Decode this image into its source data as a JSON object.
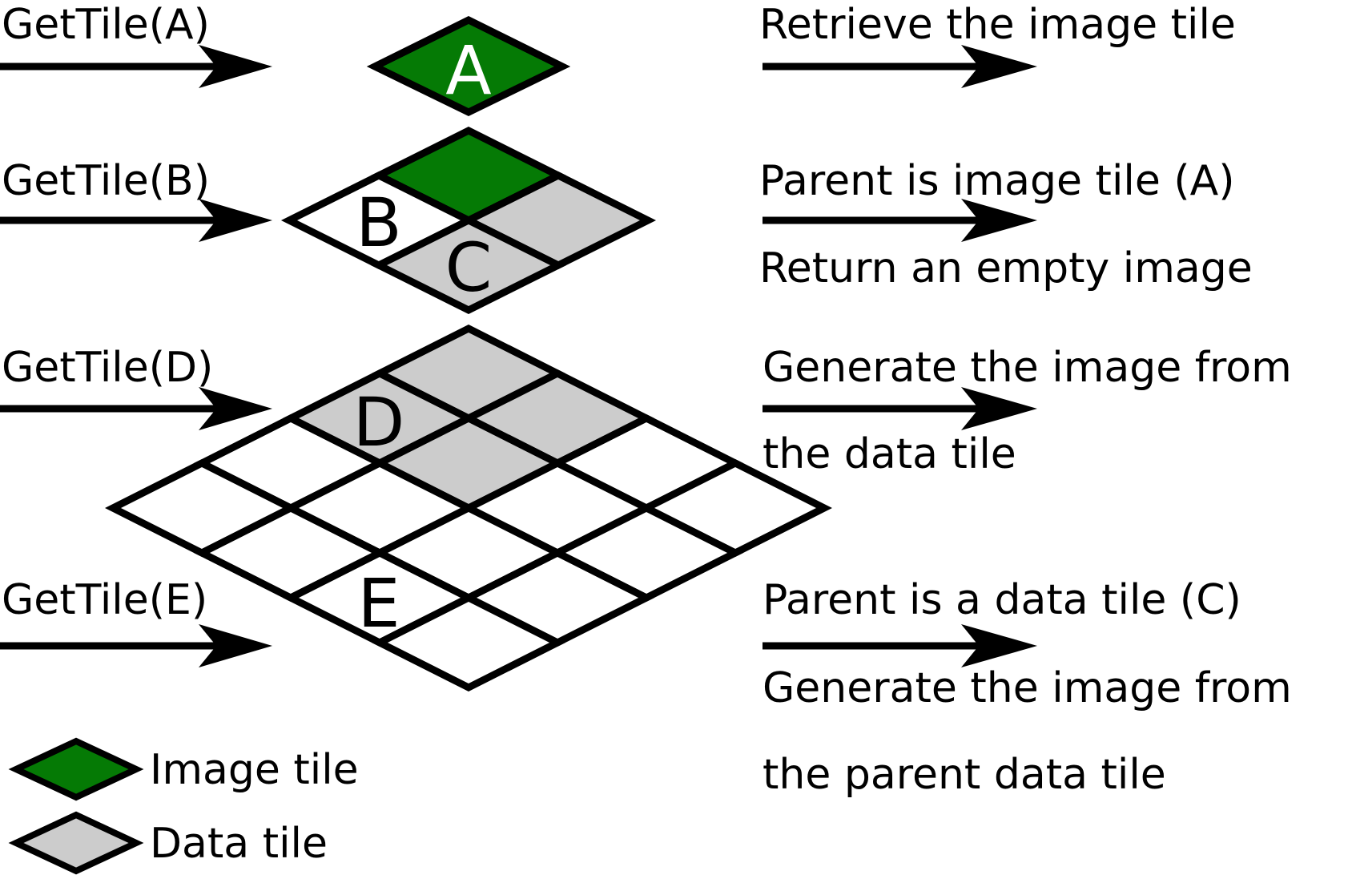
{
  "colors": {
    "image_tile": "#057a05",
    "data_tile": "#cccccc",
    "empty_tile": "#ffffff",
    "stroke": "#000000"
  },
  "calls": {
    "a": "GetTile(A)",
    "b": "GetTile(B)",
    "d": "GetTile(D)",
    "e": "GetTile(E)"
  },
  "descriptions": {
    "a_line1": "Retrieve the image tile",
    "b_line1": "Parent is image tile (A)",
    "b_line2": "Return an empty image",
    "d_line1": "Generate the image from",
    "d_line2": "the data tile",
    "e_line1": "Parent is a data tile (C)",
    "e_line2": "Generate the image from",
    "e_line3": "the parent data tile"
  },
  "tile_labels": {
    "a": "A",
    "b": "B",
    "c": "C",
    "d": "D",
    "e": "E"
  },
  "legend": {
    "image_tile": "Image tile",
    "data_tile": "Data tile"
  }
}
